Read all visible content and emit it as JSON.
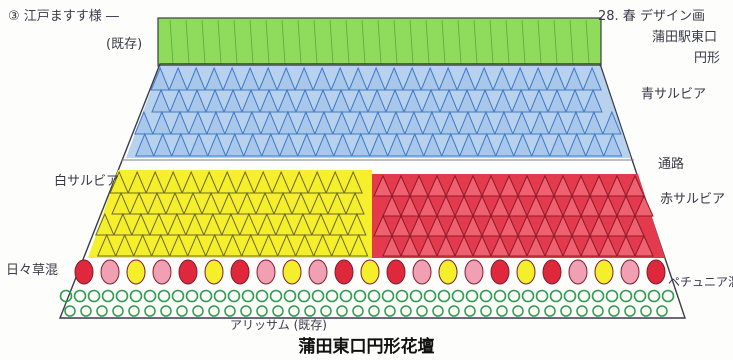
{
  "header": {
    "top_left": "③ 江戸ますす様 ―",
    "top_right_line1": "28. 春 デザイン画",
    "top_right_line2": "蒲田駅東口",
    "top_right_line3": "円形"
  },
  "labels": {
    "existing_top": "(既存)",
    "blue_salvia": "青サルビア",
    "path": "通路",
    "white_salvia": "白サルビア",
    "red_salvia": "赤サルビア",
    "mixed_hd": "日々草混",
    "petunia_mix": "ペチュニア混",
    "alyssum": "アリッサム (既存)"
  },
  "caption": "蒲田東口円形花壇",
  "colors": {
    "green_band": "#8fdc5c",
    "blue_salvia": "#3f7bc7",
    "blue_fill": "#a9c7ea",
    "yellow": "#f5ee2a",
    "red": "#e0283c",
    "pink": "#f1a0b4",
    "alyssum_green": "#2e9a4e",
    "outline": "#3b3b4a"
  }
}
